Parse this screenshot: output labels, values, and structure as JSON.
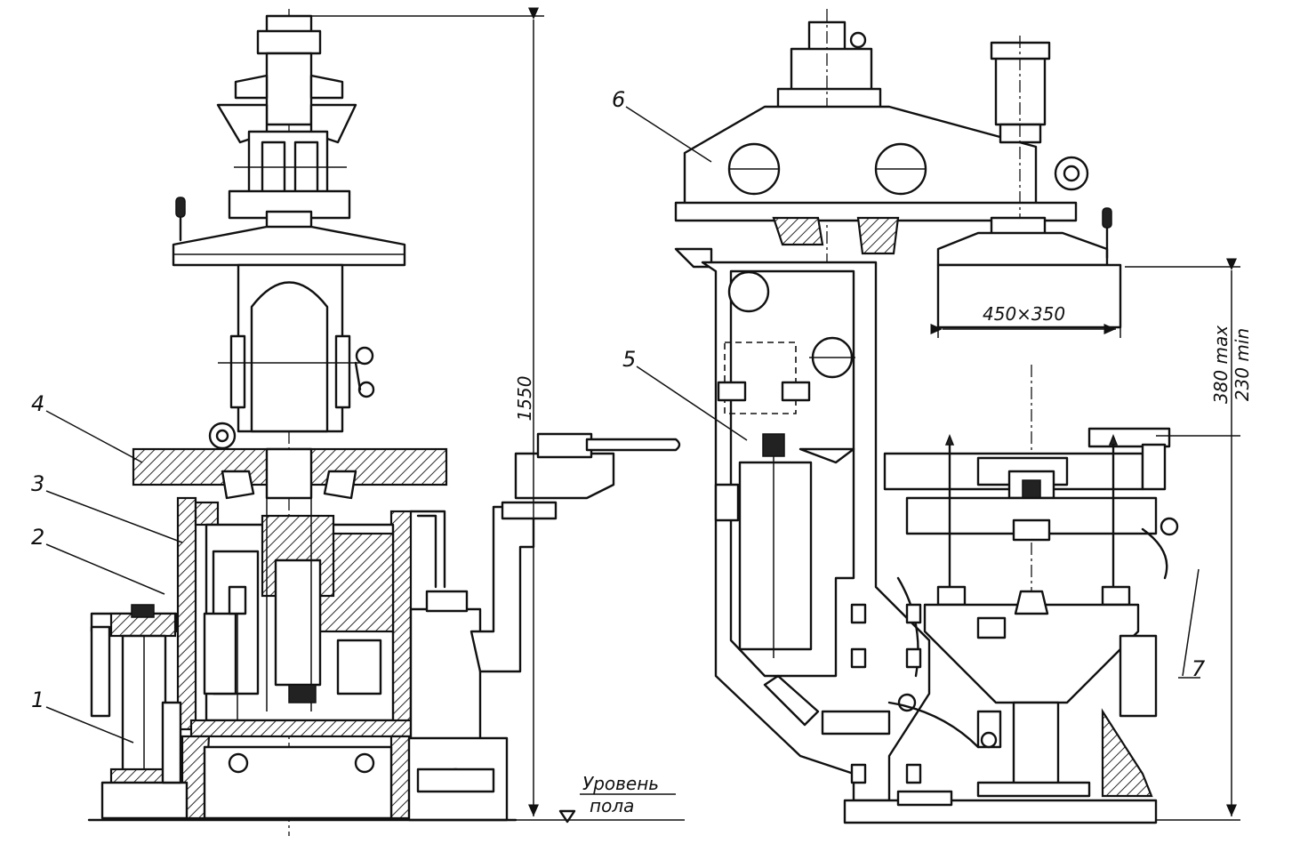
{
  "callouts": {
    "c1": "1",
    "c2": "2",
    "c3": "3",
    "c4": "4",
    "c5": "5",
    "c6": "6",
    "c7": "7"
  },
  "dimensions": {
    "height": "1550",
    "table": "450×350",
    "stroke_max": "380 max",
    "stroke_min": "230 min"
  },
  "floor_label": {
    "line1": "Уровень",
    "line2": "пола"
  }
}
